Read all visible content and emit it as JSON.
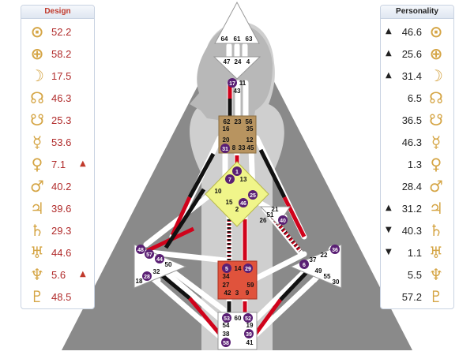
{
  "design": {
    "title": "Design",
    "rows": [
      {
        "glyph": "⊙",
        "icon": "sun-icon",
        "value": "52.2",
        "arrow": ""
      },
      {
        "glyph": "⊕",
        "icon": "earth-icon",
        "value": "58.2",
        "arrow": ""
      },
      {
        "glyph": "☽",
        "icon": "moon-icon",
        "value": "17.5",
        "arrow": ""
      },
      {
        "glyph": "☊",
        "icon": "north-node-icon",
        "value": "46.3",
        "arrow": ""
      },
      {
        "glyph": "☋",
        "icon": "south-node-icon",
        "value": "25.3",
        "arrow": ""
      },
      {
        "glyph": "☿",
        "icon": "mercury-icon",
        "value": "53.6",
        "arrow": ""
      },
      {
        "glyph": "♀",
        "icon": "venus-icon",
        "value": "7.1",
        "arrow": "▲"
      },
      {
        "glyph": "♂",
        "icon": "mars-icon",
        "value": "40.2",
        "arrow": ""
      },
      {
        "glyph": "♃",
        "icon": "jupiter-icon",
        "value": "39.6",
        "arrow": ""
      },
      {
        "glyph": "♄",
        "icon": "saturn-icon",
        "value": "29.3",
        "arrow": ""
      },
      {
        "glyph": "♅",
        "icon": "uranus-icon",
        "value": "44.6",
        "arrow": ""
      },
      {
        "glyph": "♆",
        "icon": "neptune-icon",
        "value": "5.6",
        "arrow": "▲"
      },
      {
        "glyph": "♇",
        "icon": "pluto-icon",
        "value": "48.5",
        "arrow": ""
      }
    ]
  },
  "personality": {
    "title": "Personality",
    "rows": [
      {
        "glyph": "⊙",
        "icon": "sun-icon",
        "value": "46.6",
        "arrow": "▲"
      },
      {
        "glyph": "⊕",
        "icon": "earth-icon",
        "value": "25.6",
        "arrow": "▲"
      },
      {
        "glyph": "☽",
        "icon": "moon-icon",
        "value": "31.4",
        "arrow": "▲"
      },
      {
        "glyph": "☊",
        "icon": "north-node-icon",
        "value": "6.5",
        "arrow": ""
      },
      {
        "glyph": "☋",
        "icon": "south-node-icon",
        "value": "36.5",
        "arrow": ""
      },
      {
        "glyph": "☿",
        "icon": "mercury-icon",
        "value": "46.3",
        "arrow": ""
      },
      {
        "glyph": "♀",
        "icon": "venus-icon",
        "value": "1.3",
        "arrow": ""
      },
      {
        "glyph": "♂",
        "icon": "mars-icon",
        "value": "28.4",
        "arrow": ""
      },
      {
        "glyph": "♃",
        "icon": "jupiter-icon",
        "value": "31.2",
        "arrow": "▲"
      },
      {
        "glyph": "♄",
        "icon": "saturn-icon",
        "value": "40.3",
        "arrow": "▼"
      },
      {
        "glyph": "♅",
        "icon": "uranus-icon",
        "value": "1.1",
        "arrow": "▼"
      },
      {
        "glyph": "♆",
        "icon": "neptune-icon",
        "value": "5.5",
        "arrow": ""
      },
      {
        "glyph": "♇",
        "icon": "pluto-icon",
        "value": "57.2",
        "arrow": ""
      }
    ]
  },
  "colors": {
    "design": "#d0021b",
    "personality": "#111111",
    "head_center": "#ffffff",
    "g_center": "#f0f58a",
    "throat_center": "#b89460",
    "sacral_center": "#e0533c",
    "silhouette": "#cfcfcf",
    "background_triangle": "#8a8a8a",
    "glyph_gold": "#d5a545"
  },
  "gates": {
    "g64": "64",
    "g61": "61",
    "g63": "63",
    "g47": "47",
    "g24": "24",
    "g4": "4",
    "g17": "17",
    "g11": "11",
    "g43": "43",
    "g62": "62",
    "g23": "23",
    "g56": "56",
    "g16": "16",
    "g35": "35",
    "g20": "20",
    "g12": "12",
    "g31": "31",
    "g8": "8",
    "g33": "33",
    "g45": "45",
    "g1": "1",
    "g7": "7",
    "g13": "13",
    "g10": "10",
    "g25": "25",
    "g15": "15",
    "g46": "46",
    "g2": "2",
    "g21": "21",
    "g51": "51",
    "g26": "26",
    "g40": "40",
    "g48": "48",
    "g57": "57",
    "g44": "44",
    "g50": "50",
    "g32": "32",
    "g28": "28",
    "g18": "18",
    "g36": "36",
    "g22": "22",
    "g37": "37",
    "g6": "6",
    "g49": "49",
    "g55": "55",
    "g30": "30",
    "g5": "5",
    "g14": "14",
    "g29": "29",
    "g34": "34",
    "g27": "27",
    "g59": "59",
    "g42": "42",
    "g3": "3",
    "g9": "9",
    "g53": "53",
    "g60": "60",
    "g52": "52",
    "g54": "54",
    "g19": "19",
    "g38": "38",
    "g39": "39",
    "g58": "58",
    "g41": "41"
  }
}
